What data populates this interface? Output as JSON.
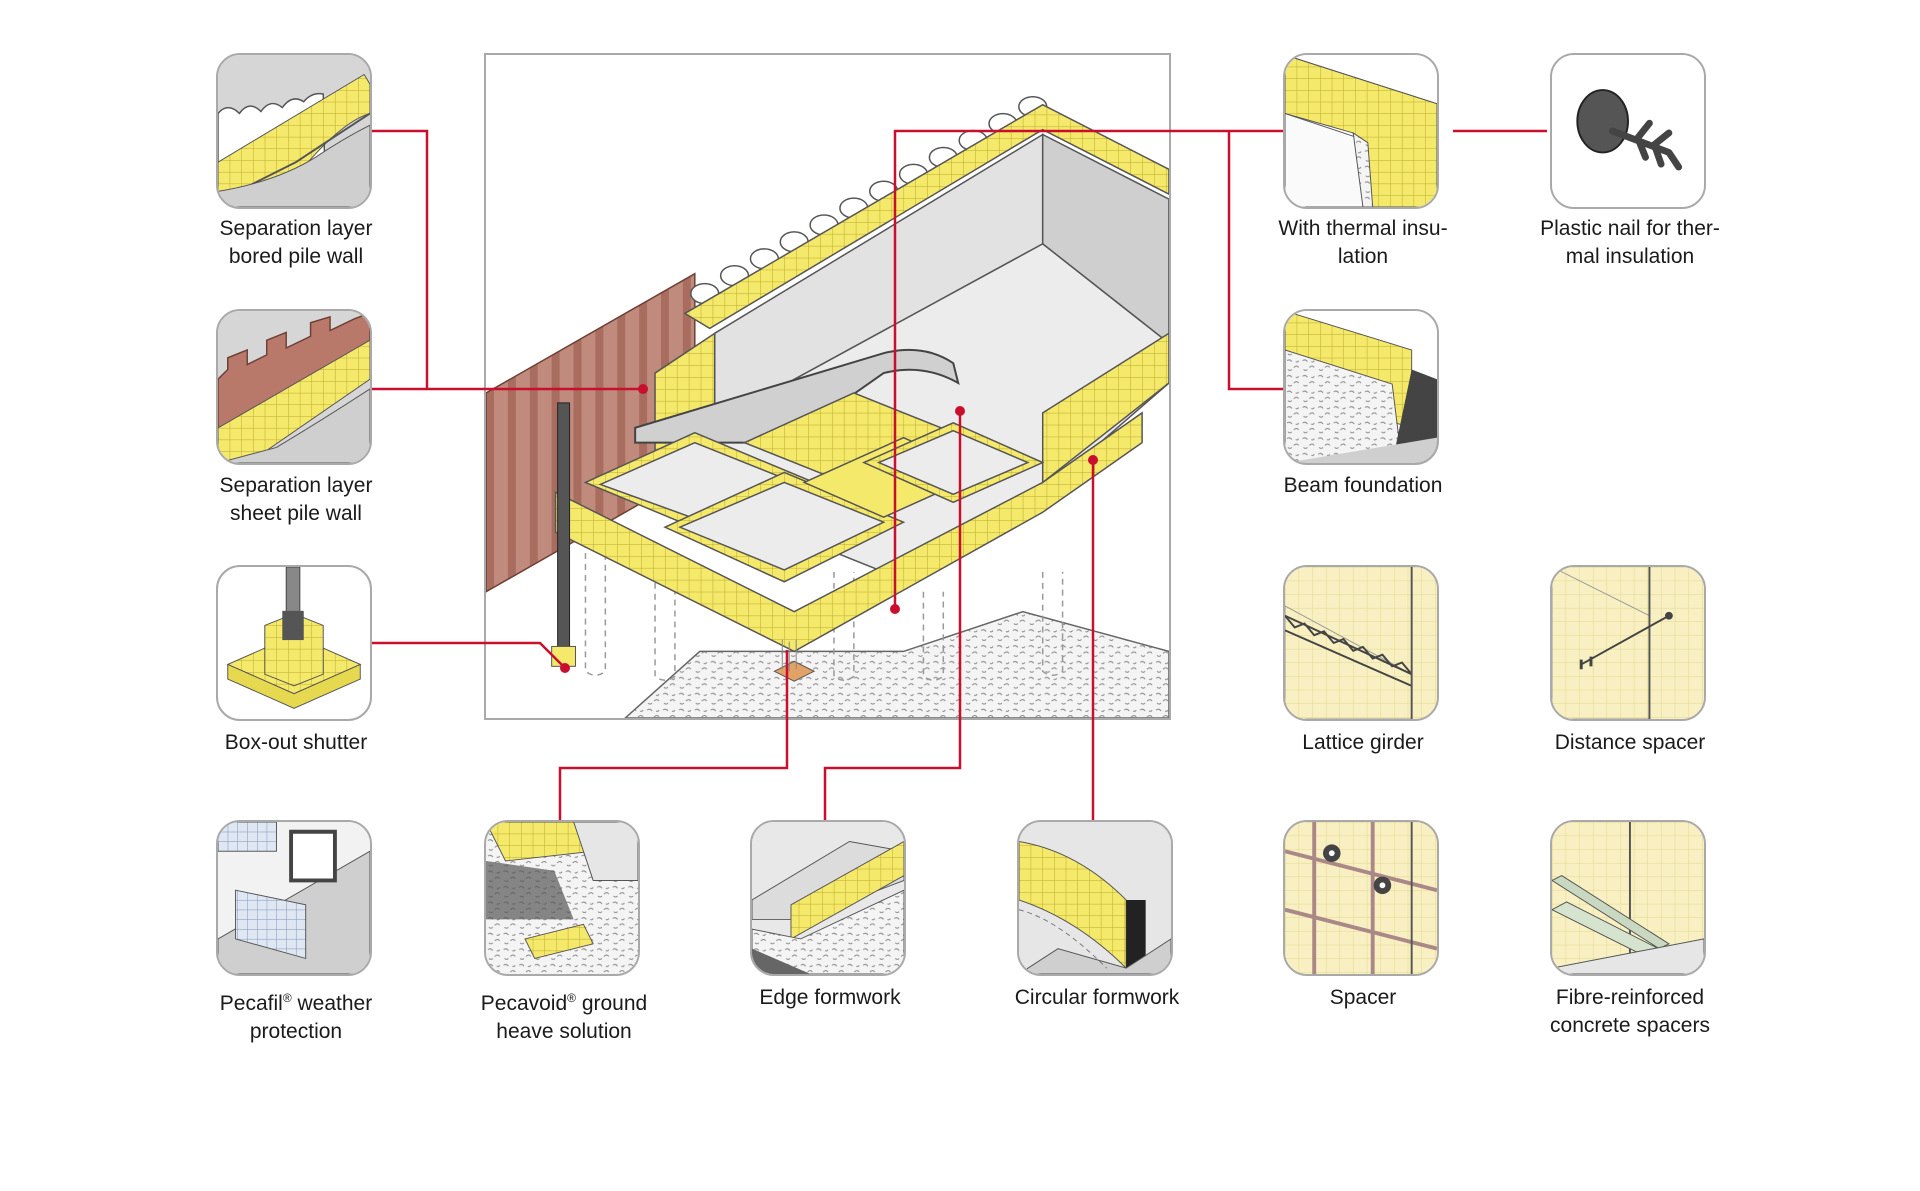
{
  "colors": {
    "accent_line": "#c8102e",
    "insulation": "#f5e96b",
    "tile_border": "#a9a9a9",
    "concrete": "#e8e8e8",
    "sheet_pile": "#b8786a"
  },
  "main_view": {
    "icon": "isometric-foundation-cutaway"
  },
  "components": [
    {
      "id": "bored-pile",
      "lines": [
        "Separation layer",
        "bored pile wall"
      ]
    },
    {
      "id": "sheet-pile",
      "lines": [
        "Separation layer",
        "sheet pile wall"
      ]
    },
    {
      "id": "box-out",
      "lines": [
        "Box-out shutter"
      ]
    },
    {
      "id": "pecafil",
      "lines": [
        "Pecafil® weather",
        "protection"
      ]
    },
    {
      "id": "pecavoid",
      "lines": [
        "Pecavoid® ground",
        "heave solution"
      ]
    },
    {
      "id": "edge",
      "lines": [
        "Edge formwork"
      ]
    },
    {
      "id": "circular",
      "lines": [
        "Circular formwork"
      ]
    },
    {
      "id": "thermal",
      "lines": [
        "With thermal insu-",
        "lation"
      ]
    },
    {
      "id": "plastic-nail",
      "lines": [
        "Plastic nail for ther-",
        "mal insulation"
      ]
    },
    {
      "id": "beam",
      "lines": [
        "Beam foundation"
      ]
    },
    {
      "id": "lattice",
      "lines": [
        "Lattice girder"
      ]
    },
    {
      "id": "distance",
      "lines": [
        "Distance spacer"
      ]
    },
    {
      "id": "spacer",
      "lines": [
        "Spacer"
      ]
    },
    {
      "id": "fibre",
      "lines": [
        "Fibre-reinforced",
        "concrete spacers"
      ]
    }
  ]
}
